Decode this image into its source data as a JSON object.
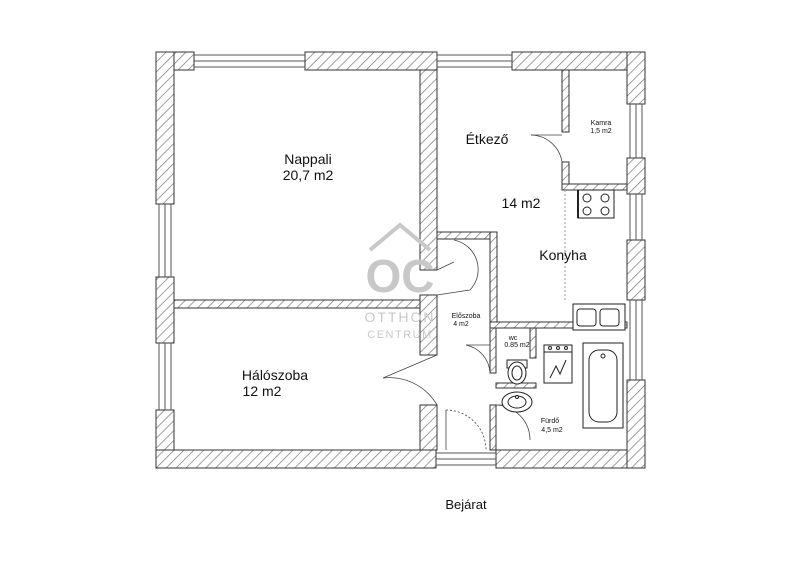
{
  "rooms": {
    "nappali": {
      "name": "Nappali",
      "area": "20,7 m2"
    },
    "halo": {
      "name": "Hálószoba",
      "area": "12 m2"
    },
    "etkezo": {
      "name": "Étkező"
    },
    "konyha_area": "14 m2",
    "konyha": {
      "name": "Konyha"
    },
    "kamra": {
      "name": "Kamra",
      "area": "1,5 m2"
    },
    "eloszoba": {
      "name": "Előszoba",
      "area": "4 m2"
    },
    "wc": {
      "name": "wc",
      "area": "0.85 m2"
    },
    "furdo": {
      "name": "Fürdő",
      "area": "4,5 m2"
    }
  },
  "entrance_label": "Bejárat",
  "watermark": {
    "line1": "OTTHON",
    "line2": "CENTRUM",
    "mark": "OC"
  },
  "colors": {
    "wall_hatch": "#888888",
    "line": "#333333",
    "watermark": "#c8c8c8"
  }
}
